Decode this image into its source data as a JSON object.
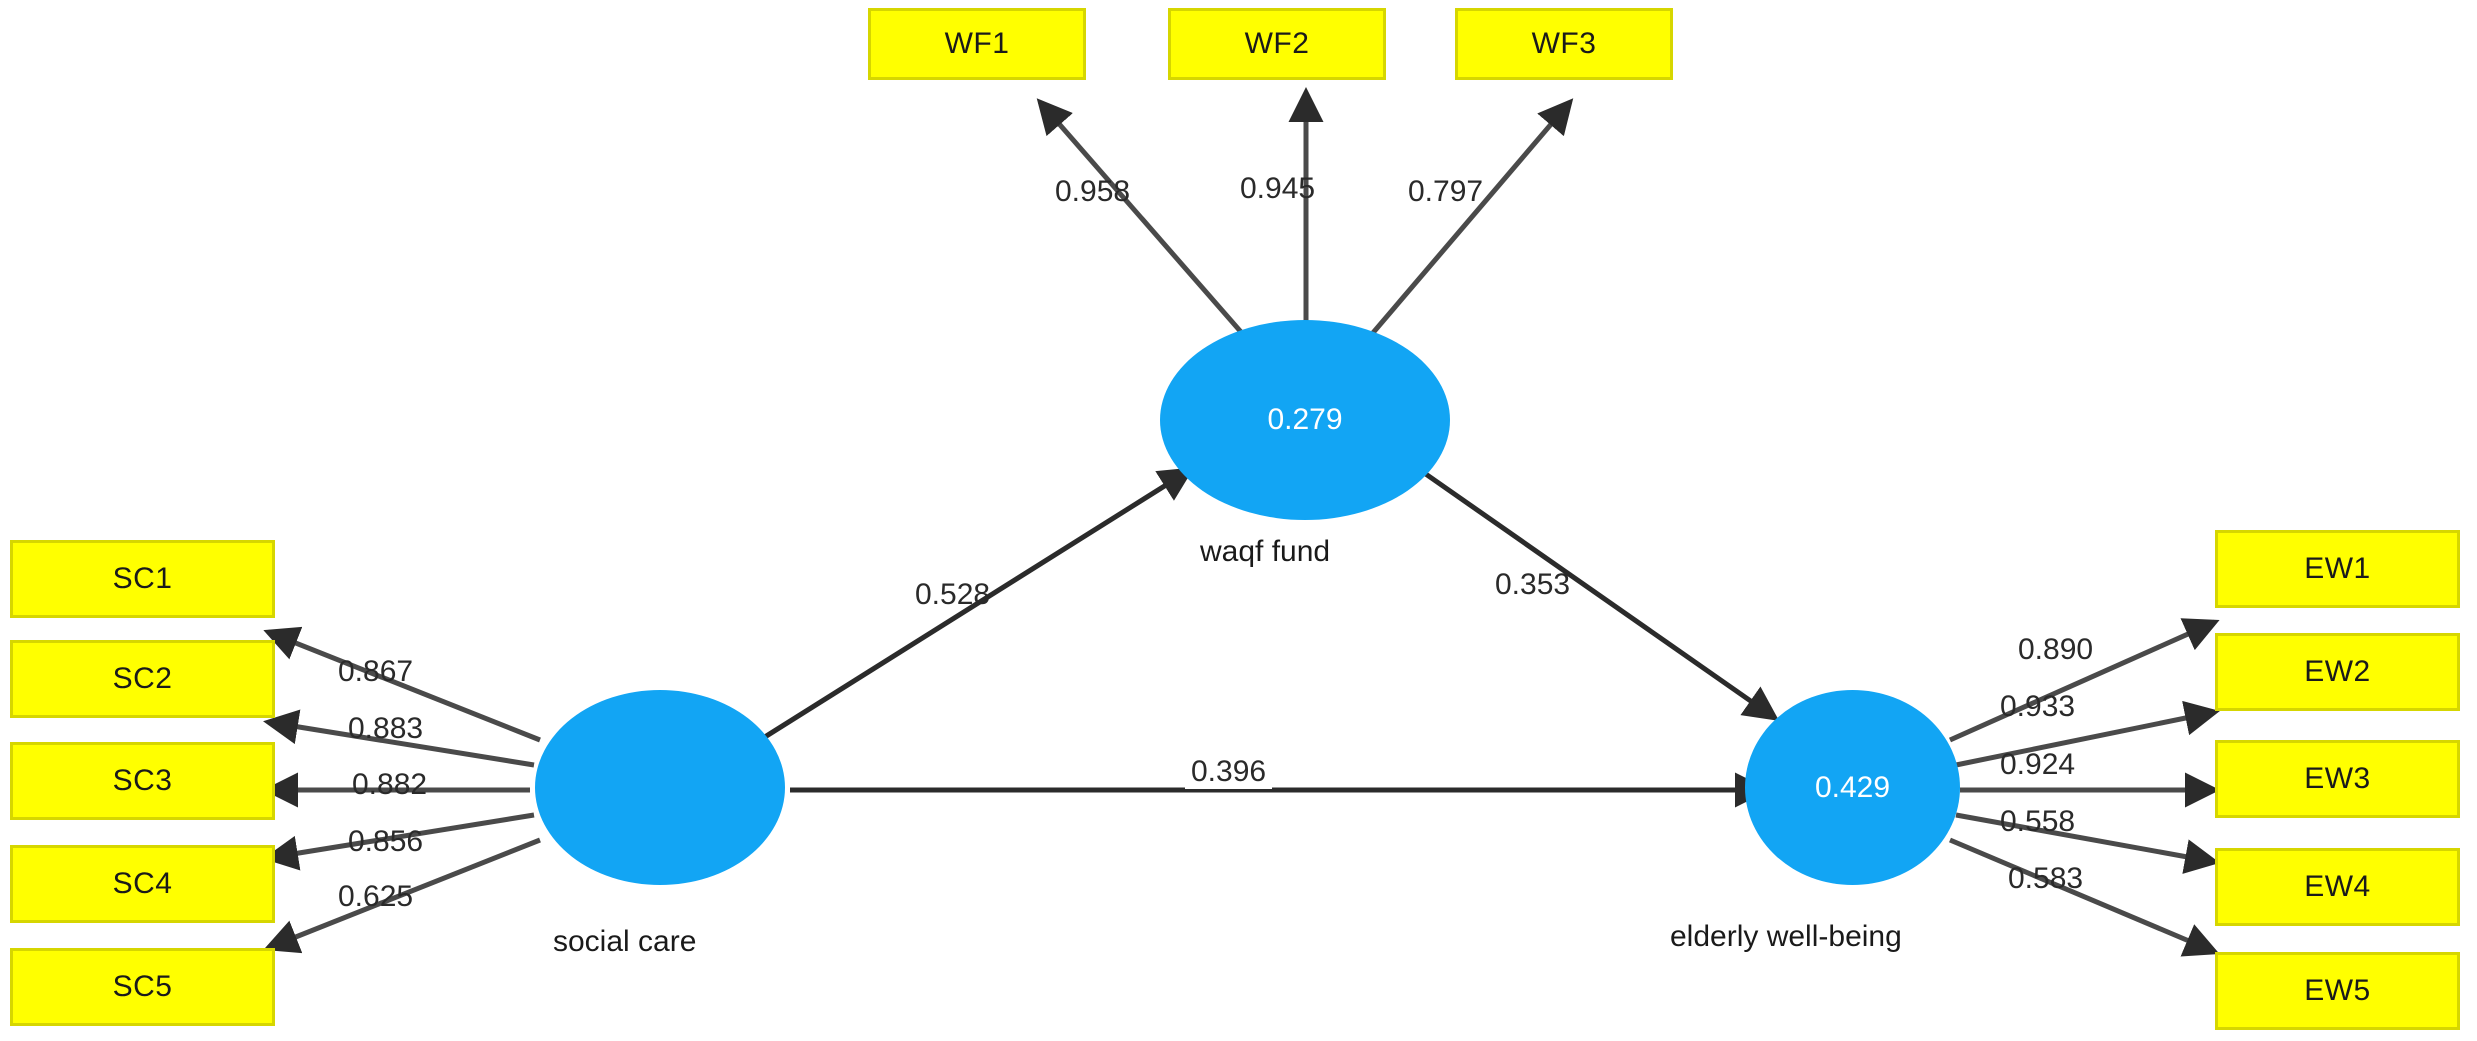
{
  "diagram": {
    "type": "pls-sem-path-diagram",
    "background_color": "#ffffff",
    "indicator_fill": "#ffff00",
    "indicator_border": "#d6d600",
    "construct_fill": "#12a5f4",
    "construct_text_color": "#ffffff",
    "edge_color": "#4a4a4a",
    "text_color": "#1a1a1a"
  },
  "constructs": [
    {
      "id": "waqf_fund",
      "label": "waqf fund",
      "value": "0.279"
    },
    {
      "id": "social_care",
      "label": "social care",
      "value": ""
    },
    {
      "id": "elderly_well_being",
      "label": "elderly well-being",
      "value": "0.429"
    }
  ],
  "indicators": {
    "waqf_fund": [
      {
        "id": "WF1",
        "label": "WF1"
      },
      {
        "id": "WF2",
        "label": "WF2"
      },
      {
        "id": "WF3",
        "label": "WF3"
      }
    ],
    "social_care": [
      {
        "id": "SC1",
        "label": "SC1"
      },
      {
        "id": "SC2",
        "label": "SC2"
      },
      {
        "id": "SC3",
        "label": "SC3"
      },
      {
        "id": "SC4",
        "label": "SC4"
      },
      {
        "id": "SC5",
        "label": "SC5"
      }
    ],
    "elderly_well_being": [
      {
        "id": "EW1",
        "label": "EW1"
      },
      {
        "id": "EW2",
        "label": "EW2"
      },
      {
        "id": "EW3",
        "label": "EW3"
      },
      {
        "id": "EW4",
        "label": "EW4"
      },
      {
        "id": "EW5",
        "label": "EW5"
      }
    ]
  },
  "outer_loadings": {
    "waqf_fund": [
      {
        "indicator": "WF1",
        "value": "0.958"
      },
      {
        "indicator": "WF2",
        "value": "0.945"
      },
      {
        "indicator": "WF3",
        "value": "0.797"
      }
    ],
    "social_care": [
      {
        "indicator": "SC1",
        "value": "0.867"
      },
      {
        "indicator": "SC2",
        "value": "0.883"
      },
      {
        "indicator": "SC3",
        "value": "0.882"
      },
      {
        "indicator": "SC4",
        "value": "0.856"
      },
      {
        "indicator": "SC5",
        "value": "0.625"
      }
    ],
    "elderly_well_being": [
      {
        "indicator": "EW1",
        "value": "0.890"
      },
      {
        "indicator": "EW2",
        "value": "0.933"
      },
      {
        "indicator": "EW3",
        "value": "0.924"
      },
      {
        "indicator": "EW4",
        "value": "0.558"
      },
      {
        "indicator": "EW5",
        "value": "0.583"
      }
    ]
  },
  "path_coefficients": [
    {
      "id": "sc_to_wf",
      "from": "social care",
      "to": "waqf fund",
      "value": "0.528"
    },
    {
      "id": "wf_to_ew",
      "from": "waqf fund",
      "to": "elderly well-being",
      "value": "0.353"
    },
    {
      "id": "sc_to_ew",
      "from": "social care",
      "to": "elderly well-being",
      "value": "0.396"
    }
  ],
  "chart_data": {
    "type": "diagram",
    "title": "",
    "r_squared": {
      "waqf fund": 0.279,
      "elderly well-being": 0.429
    },
    "structural_paths": [
      {
        "source": "social care",
        "target": "waqf fund",
        "coefficient": 0.528
      },
      {
        "source": "waqf fund",
        "target": "elderly well-being",
        "coefficient": 0.353
      },
      {
        "source": "social care",
        "target": "elderly well-being",
        "coefficient": 0.396
      }
    ],
    "measurement_model": [
      {
        "construct": "waqf fund",
        "indicator": "WF1",
        "loading": 0.958
      },
      {
        "construct": "waqf fund",
        "indicator": "WF2",
        "loading": 0.945
      },
      {
        "construct": "waqf fund",
        "indicator": "WF3",
        "loading": 0.797
      },
      {
        "construct": "social care",
        "indicator": "SC1",
        "loading": 0.867
      },
      {
        "construct": "social care",
        "indicator": "SC2",
        "loading": 0.883
      },
      {
        "construct": "social care",
        "indicator": "SC3",
        "loading": 0.882
      },
      {
        "construct": "social care",
        "indicator": "SC4",
        "loading": 0.856
      },
      {
        "construct": "social care",
        "indicator": "SC5",
        "loading": 0.625
      },
      {
        "construct": "elderly well-being",
        "indicator": "EW1",
        "loading": 0.89
      },
      {
        "construct": "elderly well-being",
        "indicator": "EW2",
        "loading": 0.933
      },
      {
        "construct": "elderly well-being",
        "indicator": "EW3",
        "loading": 0.924
      },
      {
        "construct": "elderly well-being",
        "indicator": "EW4",
        "loading": 0.558
      },
      {
        "construct": "elderly well-being",
        "indicator": "EW5",
        "loading": 0.583
      }
    ]
  }
}
